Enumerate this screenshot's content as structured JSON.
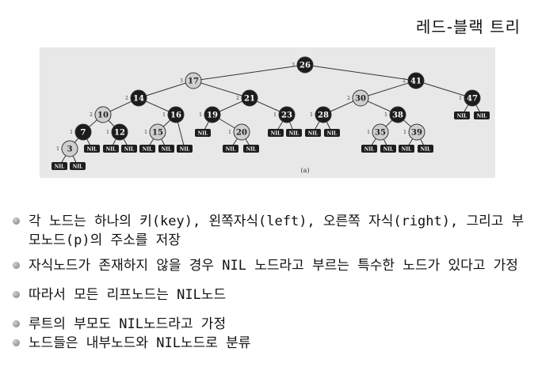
{
  "title": "레드-블랙 트리",
  "figure": {
    "caption": "(a)",
    "nil_label": "NIL",
    "nodes": [
      {
        "id": "n26",
        "key": "26",
        "color": "black",
        "bh": "3"
      },
      {
        "id": "n17",
        "key": "17",
        "color": "red",
        "bh": "3"
      },
      {
        "id": "n41",
        "key": "41",
        "color": "black",
        "bh": "2"
      },
      {
        "id": "n14",
        "key": "14",
        "color": "black",
        "bh": "2"
      },
      {
        "id": "n21",
        "key": "21",
        "color": "black",
        "bh": "2"
      },
      {
        "id": "n30",
        "key": "30",
        "color": "red",
        "bh": "2"
      },
      {
        "id": "n47",
        "key": "47",
        "color": "black",
        "bh": "1"
      },
      {
        "id": "n10",
        "key": "10",
        "color": "red",
        "bh": "2"
      },
      {
        "id": "n16",
        "key": "16",
        "color": "black",
        "bh": "1"
      },
      {
        "id": "n19",
        "key": "19",
        "color": "black",
        "bh": "1"
      },
      {
        "id": "n23",
        "key": "23",
        "color": "black",
        "bh": "1"
      },
      {
        "id": "n28",
        "key": "28",
        "color": "black",
        "bh": "1"
      },
      {
        "id": "n38",
        "key": "38",
        "color": "black",
        "bh": "1"
      },
      {
        "id": "n7",
        "key": "7",
        "color": "black",
        "bh": "1"
      },
      {
        "id": "n12",
        "key": "12",
        "color": "black",
        "bh": "1"
      },
      {
        "id": "n15",
        "key": "15",
        "color": "red",
        "bh": "1"
      },
      {
        "id": "n20",
        "key": "20",
        "color": "red",
        "bh": "1"
      },
      {
        "id": "n35",
        "key": "35",
        "color": "red",
        "bh": "1"
      },
      {
        "id": "n39",
        "key": "39",
        "color": "red",
        "bh": "1"
      },
      {
        "id": "n3",
        "key": "3",
        "color": "red",
        "bh": "1"
      }
    ]
  },
  "bullets": [
    "각 노드는 하나의 키(key), 왼쪽자식(left), 오른쪽 자식(right), 그리고 부모노드(p)의 주소를 저장",
    "자식노드가 존재하지 않을 경우 NIL 노드라고 부르는 특수한 노드가 있다고 가정",
    "따라서 모든 리프노드는 NIL노드",
    "루트의 부모도 NIL노드라고 가정",
    "노드들은 내부노드와 NIL노드로 분류"
  ]
}
